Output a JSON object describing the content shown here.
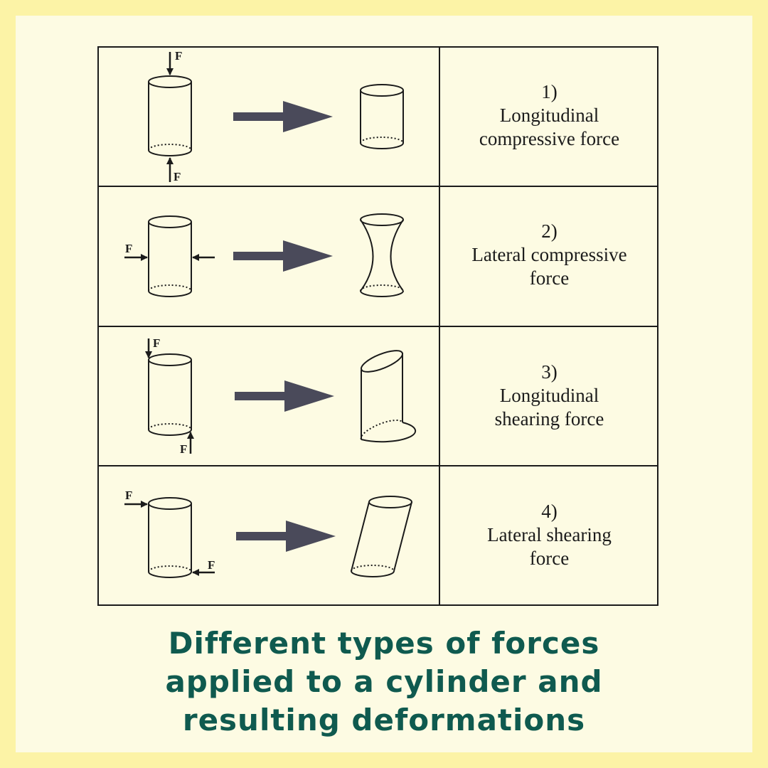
{
  "caption": {
    "line1": "Different types of forces",
    "line2": "applied to a cylinder and",
    "line3": "resulting deformations"
  },
  "force_symbol": "F",
  "rows": [
    {
      "number": "1)",
      "label_lines": [
        "Longitudinal",
        "compressive force"
      ]
    },
    {
      "number": "2)",
      "label_lines": [
        "Lateral compressive",
        "force"
      ]
    },
    {
      "number": "3)",
      "label_lines": [
        "Longitudinal",
        "shearing  force"
      ]
    },
    {
      "number": "4)",
      "label_lines": [
        "Lateral shearing",
        "force"
      ]
    }
  ],
  "colors": {
    "outer_background": "#fcf3a6",
    "panel_background": "#fdfbe3",
    "line": "#1b1b1b",
    "big_arrow": "#4a4a5a",
    "caption": "#0f5a4f"
  }
}
